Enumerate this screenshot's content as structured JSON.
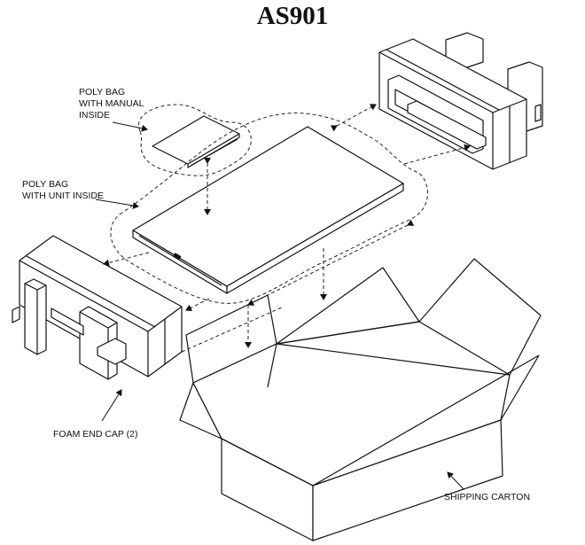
{
  "title": "AS901",
  "labels": {
    "poly_bag_manual": [
      "POLY BAG",
      "WITH MANUAL",
      "INSIDE"
    ],
    "poly_bag_unit": [
      "POLY BAG",
      "WITH UNIT INSIDE"
    ],
    "foam_end_cap": "FOAM END CAP (2)",
    "shipping_carton": "SHIPPING CARTON"
  },
  "colors": {
    "line": "#111111",
    "background": "#ffffff"
  }
}
